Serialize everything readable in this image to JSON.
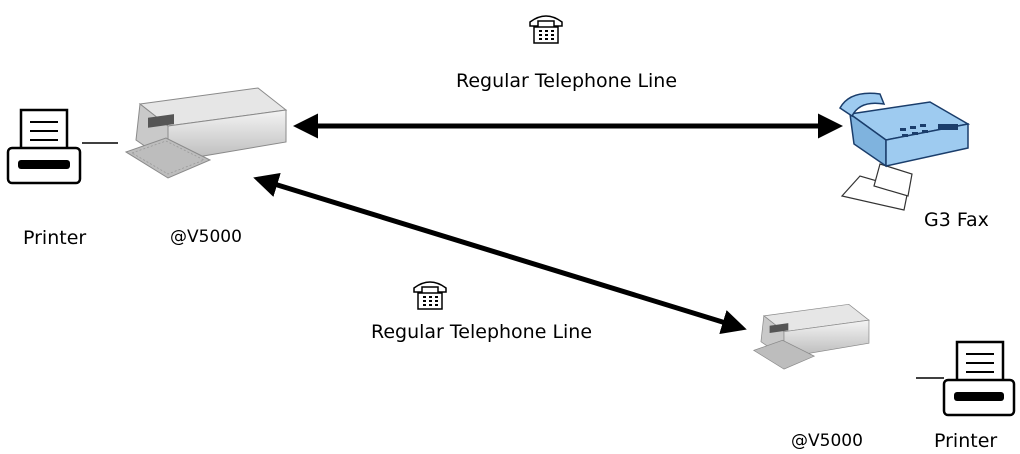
{
  "labels": {
    "top_line": "Regular Telephone Line",
    "middle_line": "Regular Telephone Line",
    "printer_left": "Printer",
    "device_left": "@V5000",
    "fax": "G3 Fax",
    "device_right": "@V5000",
    "printer_right": "Printer"
  },
  "icons": {
    "phone": "telephone-icon",
    "printer": "printer-icon",
    "scanner": "scanner-device-icon",
    "fax": "fax-machine-icon"
  },
  "colors": {
    "fax_blue": "#9ecbf0",
    "fax_outline": "#1a3d6b",
    "line": "#000000"
  }
}
